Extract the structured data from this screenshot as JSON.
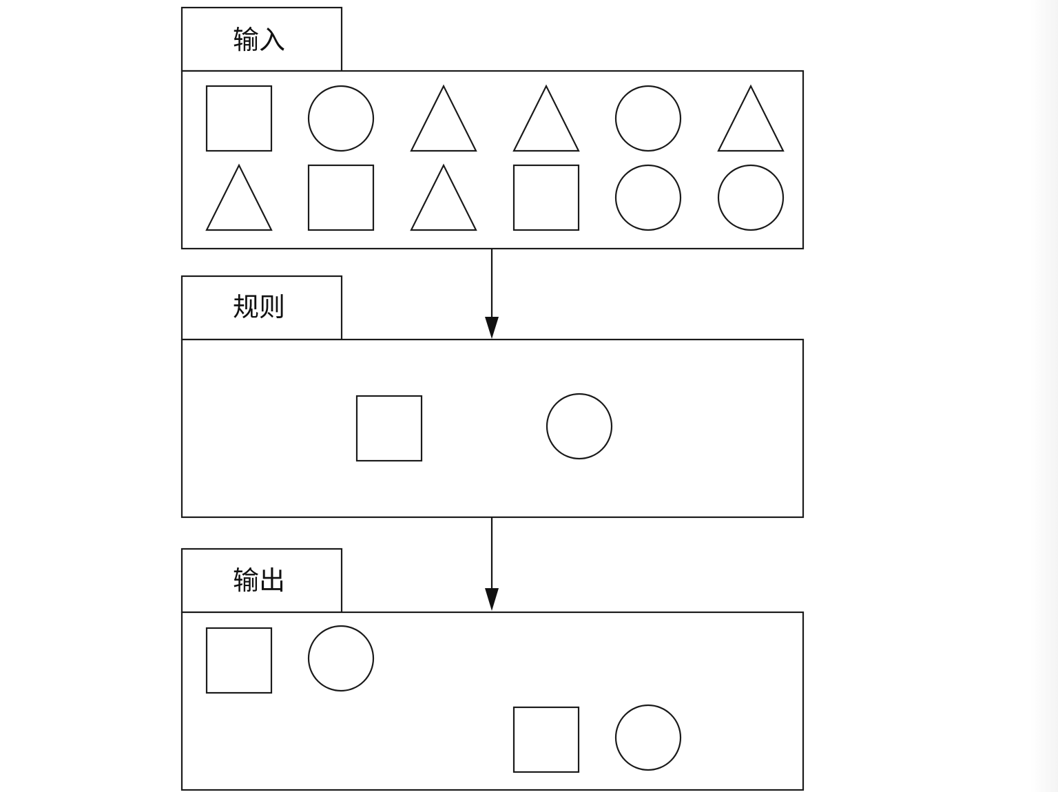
{
  "panels": [
    {
      "label": "输入",
      "shapes": [
        [
          "square",
          "circle",
          "triangle",
          "triangle",
          "circle",
          "triangle"
        ],
        [
          "triangle",
          "square",
          "triangle",
          "square",
          "circle",
          "circle"
        ]
      ]
    },
    {
      "label": "规则",
      "shapes": [
        [
          "square",
          "circle"
        ]
      ]
    },
    {
      "label": "输出",
      "shapes": [
        [
          "square",
          "circle"
        ],
        [
          "square",
          "circle"
        ]
      ]
    }
  ],
  "connectors": [
    {
      "from": "输入",
      "to": "规则"
    },
    {
      "from": "规则",
      "to": "输出"
    }
  ]
}
